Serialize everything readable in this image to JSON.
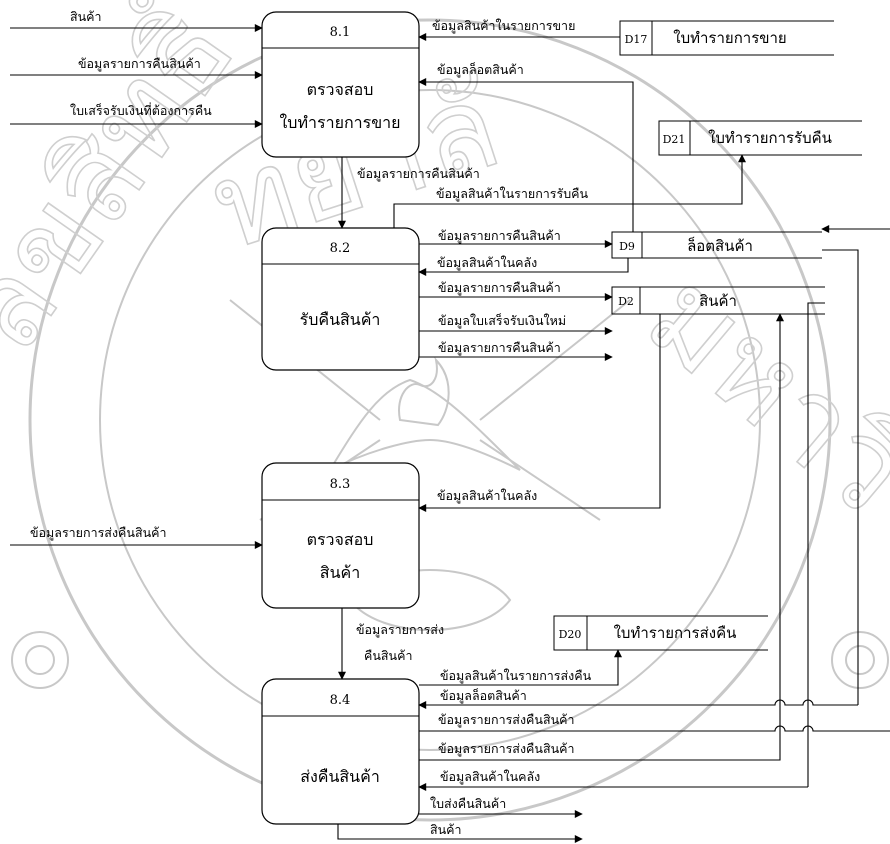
{
  "processes": {
    "p81": {
      "number": "8.1",
      "name_line1": "ตรวจสอบ",
      "name_line2": "ใบทำรายการขาย"
    },
    "p82": {
      "number": "8.2",
      "name_line1": "รับคืนสินค้า"
    },
    "p83": {
      "number": "8.3",
      "name_line1": "ตรวจสอบ",
      "name_line2": "สินค้า"
    },
    "p84": {
      "number": "8.4",
      "name_line1": "ส่งคืนสินค้า"
    }
  },
  "datastores": {
    "d17": {
      "id": "D17",
      "name": "ใบทำรายการขาย"
    },
    "d21": {
      "id": "D21",
      "name": "ใบทำรายการรับคืน"
    },
    "d9": {
      "id": "D9",
      "name": "ล็อตสินค้า"
    },
    "d2": {
      "id": "D2",
      "name": "สินค้า"
    },
    "d20": {
      "id": "D20",
      "name": "ใบทำรายการส่งคืน"
    }
  },
  "flows": {
    "in_product": "สินค้า",
    "in_return_list": "ข้อมูลรายการคืนสินค้า",
    "in_receipt": "ใบเสร็จรับเงินที่ต้องการคืน",
    "d17_to_81": "ข้อมูลสินค้าในรายการขาย",
    "lot_to_81": "ข้อมูลล็อตสินค้า",
    "f81_to_82": "ข้อมูลรายการคืนสินค้า",
    "to_d21": "ข้อมูลสินค้าในรายการรับคืน",
    "f82_to_d9": "ข้อมูลรายการคืนสินค้า",
    "stock_to_82": "ข้อมูลสินค้าในคลัง",
    "f82_to_d2": "ข้อมูลรายการคืนสินค้า",
    "f82_receipt_new": "ข้อมูลใบเสร็จรับเงินใหม่",
    "f82_return_out": "ข้อมูลรายการคืนสินค้า",
    "stock_to_83": "ข้อมูลสินค้าในคลัง",
    "in_send_return": "ข้อมูลรายการส่งคืนสินค้า",
    "f83_to_84_line1": "ข้อมูลรายการส่ง",
    "f83_to_84_line2": "คืนสินค้า",
    "to_d20": "ข้อมูลสินค้าในรายการส่งคืน",
    "lot_to_84": "ข้อมูลล็อตสินค้า",
    "f84_send_out1": "ข้อมูลรายการส่งคืนสินค้า",
    "f84_send_out2": "ข้อมูลรายการส่งคืนสินค้า",
    "stock_to_84": "ข้อมูลสินค้าในคลัง",
    "out_return_slip": "ใบส่งคืนสินค้า",
    "out_product": "สินค้า"
  }
}
